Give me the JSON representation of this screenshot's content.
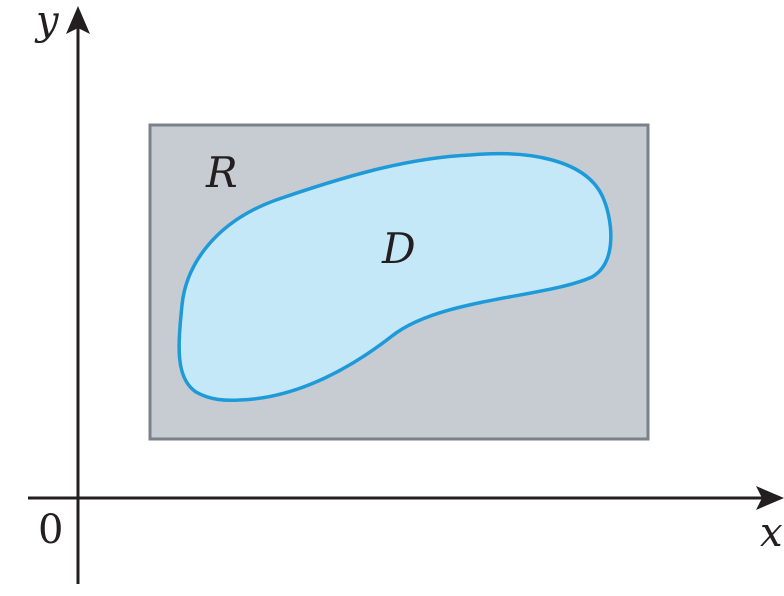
{
  "axes": {
    "x_label": "x",
    "y_label": "y",
    "origin_label": "0"
  },
  "regions": {
    "rectangle_label": "R",
    "domain_label": "D"
  },
  "colors": {
    "rectangle_fill": "#c7ccd3",
    "rectangle_stroke": "#7b8188",
    "domain_fill": "#c5e8f8",
    "domain_stroke": "#1e9ad9",
    "axis": "#231f20"
  }
}
